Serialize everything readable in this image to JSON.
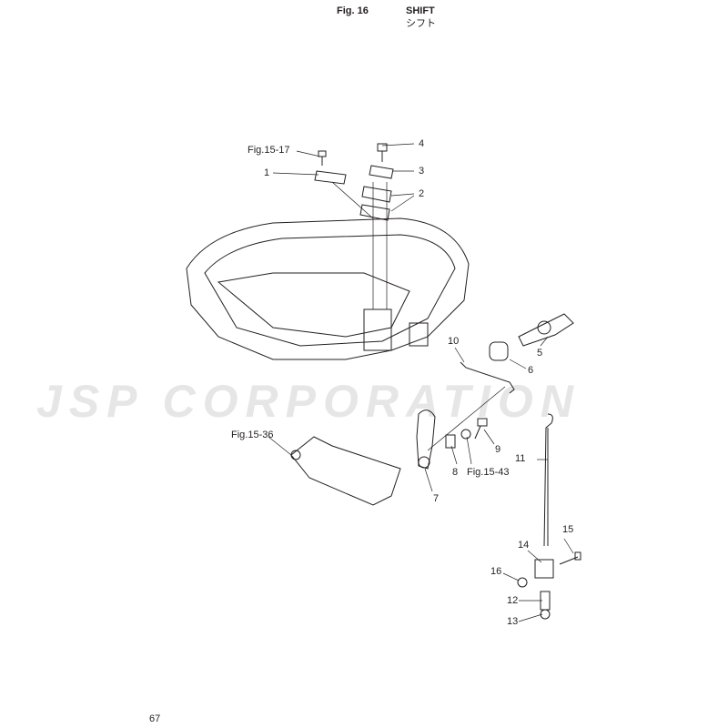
{
  "header": {
    "fig": "Fig. 16",
    "title_en": "SHIFT",
    "title_jp": "シフト"
  },
  "watermark": "JSP CORPORATION",
  "callouts": {
    "fig15_17": "Fig.15-17",
    "p4": "4",
    "p1": "1",
    "p3": "3",
    "p2": "2",
    "p10": "10",
    "p5": "5",
    "p6": "6",
    "fig15_36": "Fig.15-36",
    "p9": "9",
    "p11": "11",
    "p8": "8",
    "fig15_43": "Fig.15-43",
    "p7": "7",
    "p15": "15",
    "p14": "14",
    "p16": "16",
    "p12": "12",
    "p13": "13"
  },
  "page_number": "67"
}
